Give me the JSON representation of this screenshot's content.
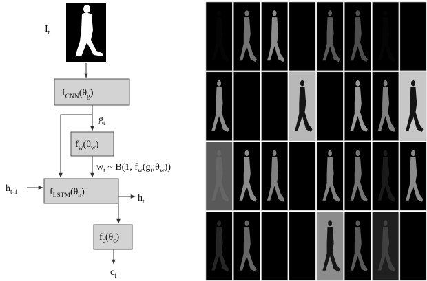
{
  "diagram": {
    "input_label": "I",
    "input_sub": "t",
    "cnn": {
      "f": "f",
      "sub": "CNN",
      "arg": "(θ",
      "arg_sub": "g",
      "close": ")"
    },
    "g_label": "g",
    "g_sub": "t",
    "fw": {
      "f": "f",
      "sub": "w",
      "arg": "(θ",
      "arg_sub": "w",
      "close": ")"
    },
    "w_eq": {
      "w": "w",
      "w_sub": "t",
      "mid": " ~ B(1, f",
      "f_sub": "w",
      "paren": "(g",
      "g_sub": "t",
      "theta": ";θ",
      "theta_sub": "w",
      "end": "))"
    },
    "lstm": {
      "f": "f",
      "sub": "LSTM",
      "arg": "(θ",
      "arg_sub": "h",
      "close": ")"
    },
    "h_prev": {
      "h": "h",
      "sub": "t-1"
    },
    "h_out": {
      "h": "h",
      "sub": "t"
    },
    "fc": {
      "f": "f",
      "sub": "c",
      "arg": "(θ",
      "arg_sub": "c",
      "close": ")"
    },
    "c_out": {
      "c": "c",
      "sub": "t"
    }
  },
  "grid": {
    "rows": 4,
    "cols": 8,
    "cell_brightness": [
      [
        0.02,
        0.45,
        0.55,
        0.0,
        0.35,
        0.3,
        0.02,
        0.0
      ],
      [
        0.55,
        0.0,
        0.0,
        0.7,
        0.0,
        0.6,
        0.5,
        0.75
      ],
      [
        0.4,
        0.55,
        0.5,
        0.0,
        0.5,
        0.45,
        0.1,
        0.55
      ],
      [
        0.15,
        0.4,
        0.0,
        0.0,
        0.6,
        0.35,
        0.25,
        0.0
      ]
    ],
    "cell_background": [
      [
        0.0,
        0.0,
        0.0,
        0.0,
        0.0,
        0.0,
        0.0,
        0.0
      ],
      [
        0.0,
        0.0,
        0.0,
        0.72,
        0.0,
        0.0,
        0.0,
        0.78
      ],
      [
        0.35,
        0.0,
        0.0,
        0.0,
        0.0,
        0.0,
        0.0,
        0.0
      ],
      [
        0.0,
        0.0,
        0.0,
        0.0,
        0.55,
        0.0,
        0.12,
        0.0
      ]
    ]
  },
  "colors": {
    "box_fill": "#d3d3d3",
    "box_stroke": "#555555",
    "line": "#333333",
    "cell_border": "#bdbdbd"
  }
}
